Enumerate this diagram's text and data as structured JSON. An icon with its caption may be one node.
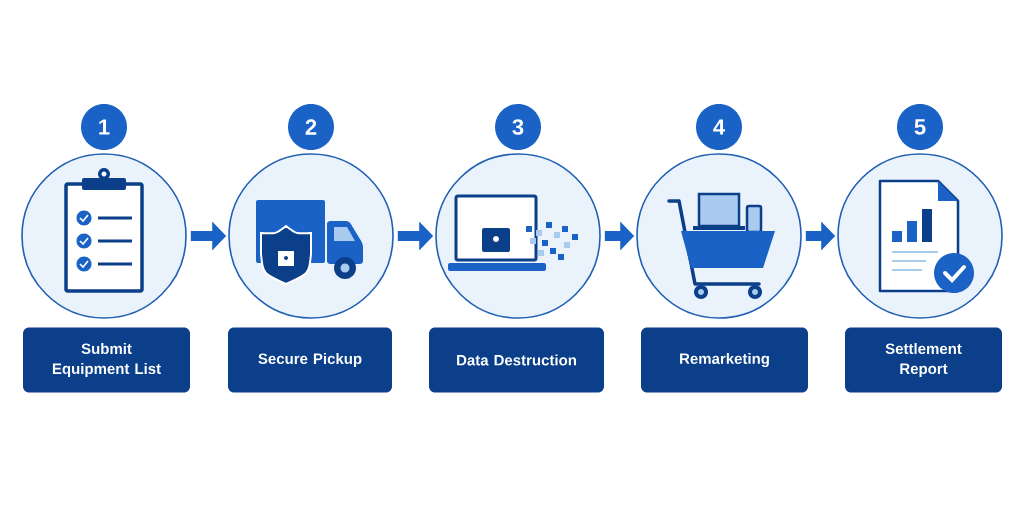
{
  "diagram": {
    "nodes": [
      {
        "text": [
          "1"
        ]
      },
      {
        "text": [
          "2"
        ]
      },
      {
        "text": [
          "3"
        ]
      },
      {
        "text": [
          "4"
        ]
      },
      {
        "text": [
          "5"
        ]
      },
      {
        "text": [],
        "shape": "circle"
      },
      {
        "text": [],
        "shape": "circle"
      },
      {
        "text": [],
        "shape": "circle"
      },
      {
        "text": [],
        "shape": "circle"
      },
      {
        "text": [],
        "shape": "circle"
      },
      {
        "text": [
          "Submit Equipment List"
        ]
      },
      {
        "text": [
          "Secure Pickup"
        ]
      },
      {
        "text": [
          "Data Destruction"
        ]
      },
      {
        "text": [
          "Remarketing"
        ]
      },
      {
        "text": [
          "Settlement Report"
        ]
      }
    ],
    "edges": [
      {
        "from": 5,
        "to": 6,
        "arrow": "to"
      },
      {
        "from": 6,
        "to": 7,
        "arrow": "to"
      },
      {
        "from": 7,
        "to": 8,
        "arrow": "to"
      },
      {
        "from": 8,
        "to": 9,
        "arrow": "to"
      }
    ]
  }
}
